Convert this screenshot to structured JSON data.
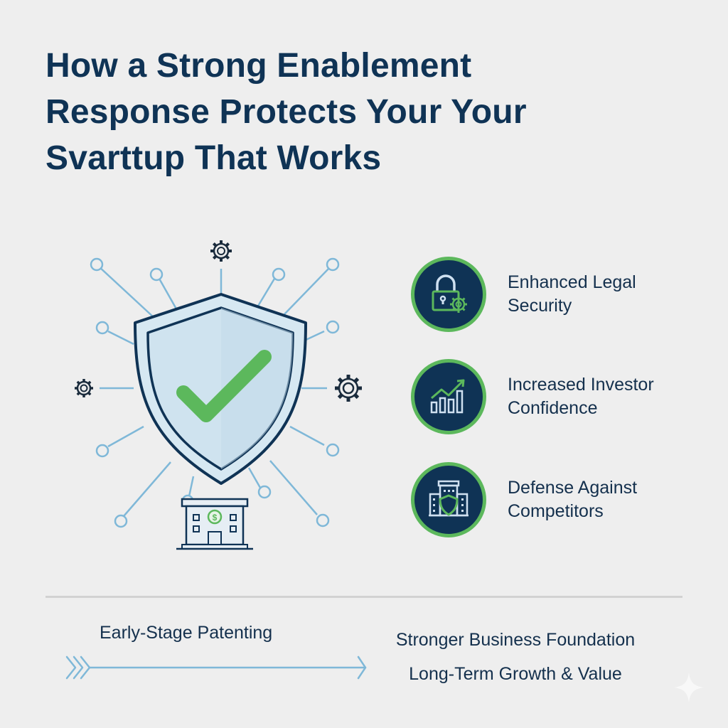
{
  "header": {
    "title_lines": [
      "How a Strong Enablement",
      "Response Protects Your Your",
      "Svarttup That Works"
    ]
  },
  "illustration": {
    "center_icon": "shield-check-icon",
    "bottom_icon": "bank-building-dollar-icon",
    "satellite_icons": [
      "gear-icon",
      "gear-icon",
      "gear-icon"
    ],
    "colors": {
      "shield_fill": "#d6e8f2",
      "shield_stroke": "#0f3355",
      "check": "#5cb85c",
      "network_lines": "#7fb8d8"
    }
  },
  "benefits": [
    {
      "icon": "lock-gear-icon",
      "label_lines": [
        "Enhanced Legal",
        "Security"
      ]
    },
    {
      "icon": "growth-chart-icon",
      "label_lines": [
        "Increased Investor",
        "Confidence"
      ]
    },
    {
      "icon": "building-shield-icon",
      "label_lines": [
        "Defense Against",
        "Competitors"
      ]
    }
  ],
  "flow": {
    "start_label": "Early-Stage Patenting",
    "end_labels": [
      "Stronger Business Foundation",
      "Long-Term Growth & Value"
    ],
    "arrow_icon": "chevron-arrow-right-icon"
  },
  "colors": {
    "background": "#eeeeee",
    "primary_navy": "#0f3355",
    "accent_green": "#5cb85c",
    "accent_light_blue": "#7fb8d8"
  },
  "watermark_icon": "sparkle-icon"
}
